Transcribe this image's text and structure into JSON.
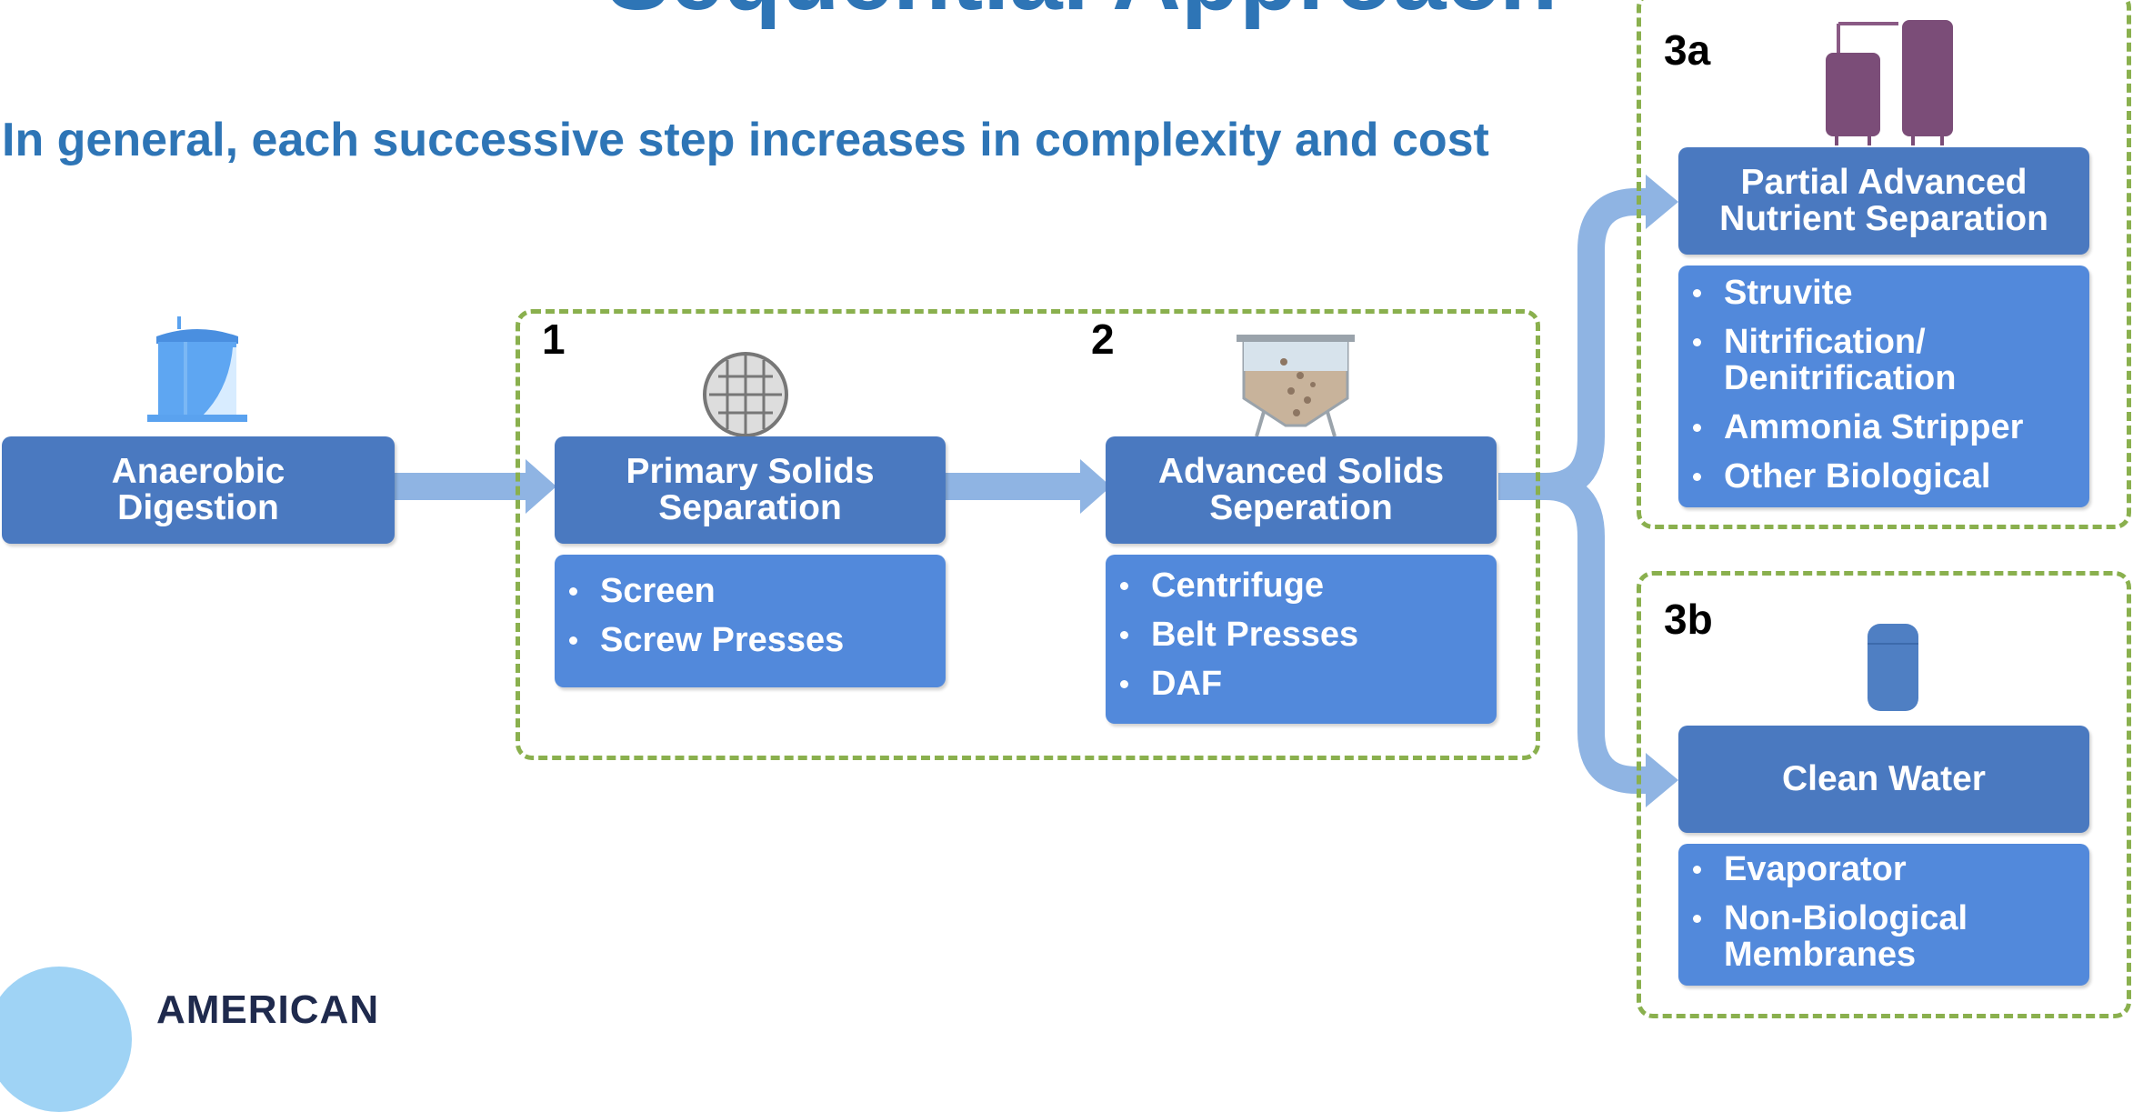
{
  "title": "Sequential Approach",
  "subtitle": "In general, each successive step increases in complexity and cost",
  "steps": {
    "s1": "1",
    "s2": "2",
    "s3a": "3a",
    "s3b": "3b"
  },
  "nodes": {
    "anaerobic": {
      "label_line1": "Anaerobic",
      "label_line2": "Digestion",
      "icon": "digester-tank-icon"
    },
    "primary": {
      "label_line1": "Primary Solids",
      "label_line2": "Separation",
      "icon": "screen-mesh-icon",
      "items": [
        "Screen",
        "Screw Presses"
      ]
    },
    "advanced": {
      "label_line1": "Advanced Solids",
      "label_line2": "Seperation",
      "icon": "settling-tank-icon",
      "items": [
        "Centrifuge",
        "Belt Presses",
        "DAF"
      ]
    },
    "partial": {
      "label_line1": "Partial Advanced",
      "label_line2": "Nutrient Separation",
      "icon": "storage-tanks-icon",
      "items": [
        "Struvite",
        "Nitrification/ Denitrification",
        "Ammonia Stripper",
        "Other Biological"
      ]
    },
    "clean": {
      "label_line1": "Clean Water",
      "icon": "water-cylinder-icon",
      "items": [
        "Evaporator",
        "Non-Biological Membranes"
      ]
    }
  },
  "logo": {
    "text": "AMERICAN"
  },
  "colors": {
    "title": "#2e75b6",
    "header_box": "#4a79c0",
    "list_box": "#5289db",
    "arrow": "#8fb4e3",
    "dashed_border": "#8ab04e"
  }
}
